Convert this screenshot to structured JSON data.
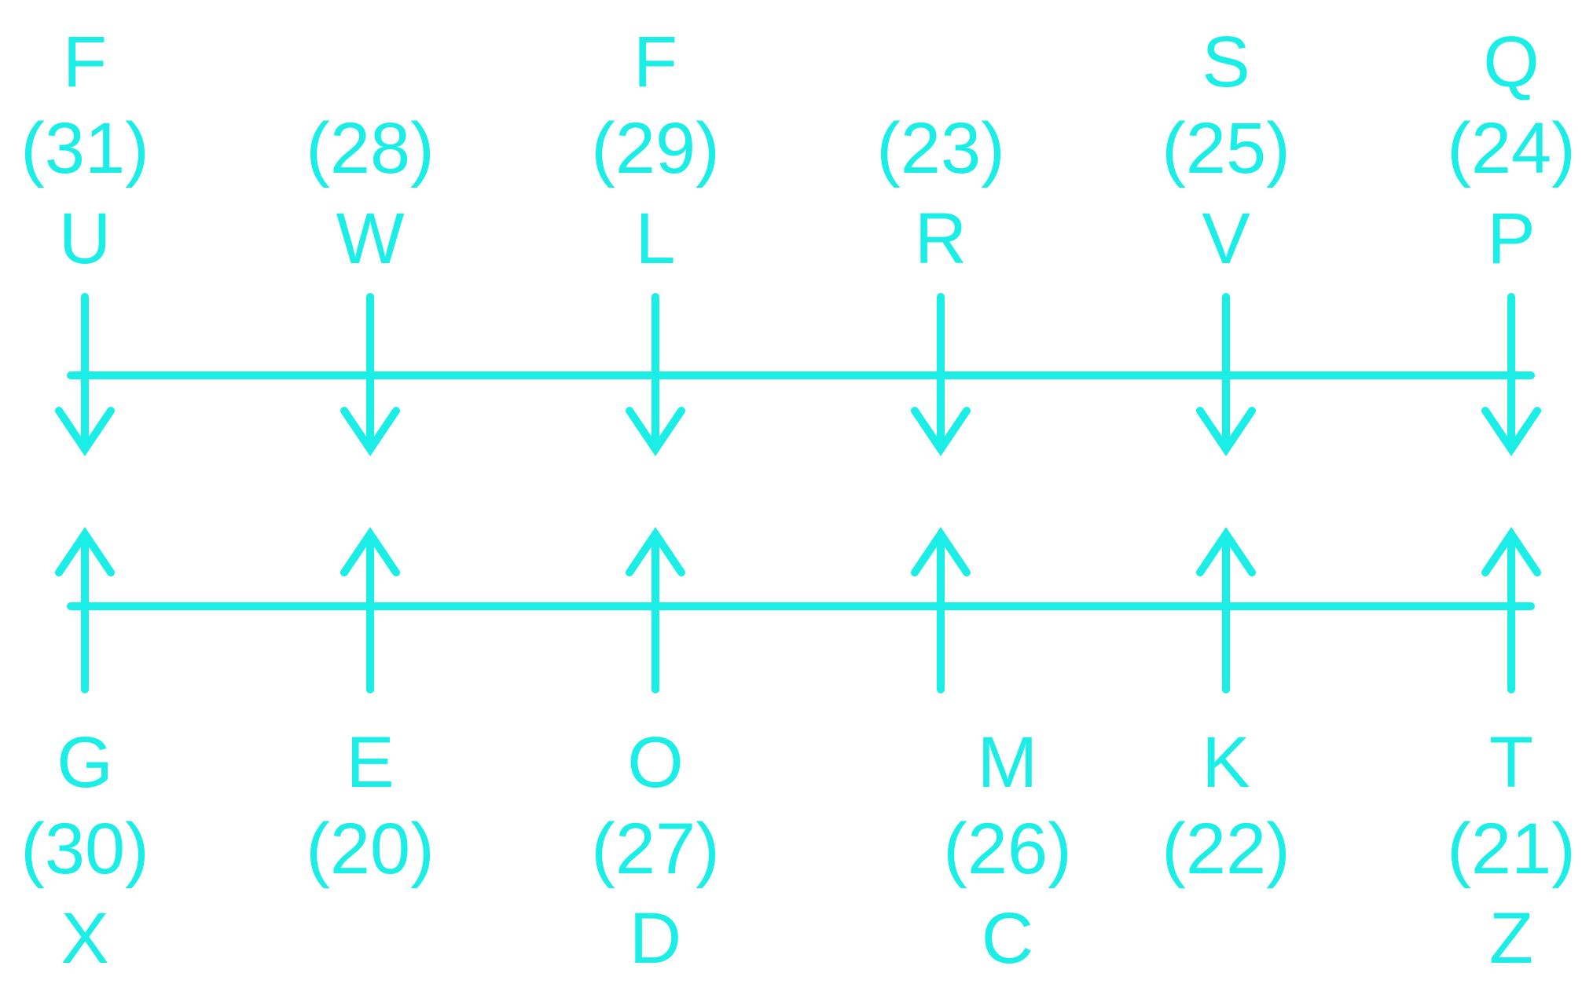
{
  "colors": {
    "accent": "#1aeee6",
    "background": "#ffffff"
  },
  "top_row": [
    {
      "upper": "F",
      "number": "(31)",
      "lower": "U"
    },
    {
      "upper": "",
      "number": "(28)",
      "lower": "W"
    },
    {
      "upper": "F",
      "number": "(29)",
      "lower": "L"
    },
    {
      "upper": "",
      "number": "(23)",
      "lower": "R"
    },
    {
      "upper": "S",
      "number": "(25)",
      "lower": "V"
    },
    {
      "upper": "Q",
      "number": "(24)",
      "lower": "P"
    }
  ],
  "bottom_row": [
    {
      "upper": "G",
      "number": "(30)",
      "lower": "X"
    },
    {
      "upper": "E",
      "number": "(20)",
      "lower": ""
    },
    {
      "upper": "O",
      "number": "(27)",
      "lower": "D"
    },
    {
      "upper": "M",
      "number": "(26)",
      "lower": "C"
    },
    {
      "upper": "K",
      "number": "(22)",
      "lower": ""
    },
    {
      "upper": "T",
      "number": "(21)",
      "lower": "Z"
    }
  ]
}
